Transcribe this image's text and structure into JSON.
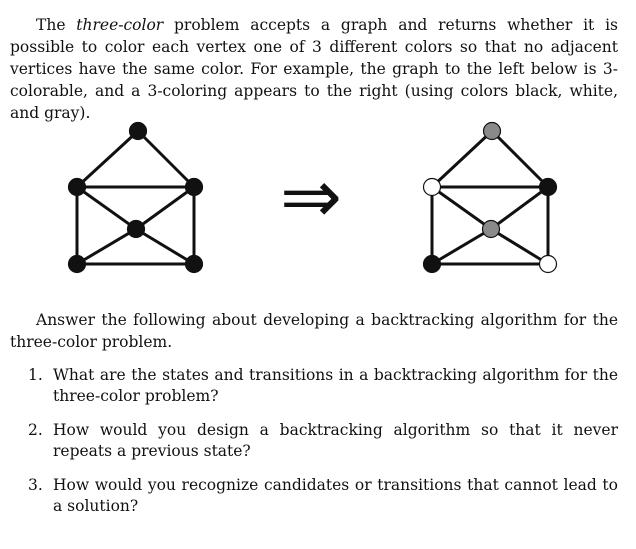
{
  "intro": {
    "lead": "The ",
    "term": "three-color",
    "rest": " problem accepts a graph and returns whether it is possible to color each vertex one of 3 different colors so that no adjacent vertices have the same color. For example, the graph to the left below is 3-colorable, and a 3-coloring appears to the right (using colors black, white, and gray)."
  },
  "figure": {
    "arrow_glyph": "⇒",
    "colors": {
      "black": "#111111",
      "white": "#ffffff",
      "gray": "#8a8a8a"
    },
    "left_graph_vertices": [
      "black",
      "black",
      "black",
      "black",
      "black",
      "black"
    ],
    "right_graph_vertices": [
      "gray",
      "white",
      "black",
      "gray",
      "black",
      "white"
    ]
  },
  "prompt": "Answer the following about developing a backtracking algorithm for the three-color problem.",
  "questions": [
    {
      "number": "1.",
      "text": "What are the states and transitions in a backtracking algorithm for the three-color problem?"
    },
    {
      "number": "2.",
      "text": "How would you design a backtracking algorithm so that it never repeats a previous state?"
    },
    {
      "number": "3.",
      "text": "How would you recognize candidates or transitions that cannot lead to a solution?"
    }
  ]
}
